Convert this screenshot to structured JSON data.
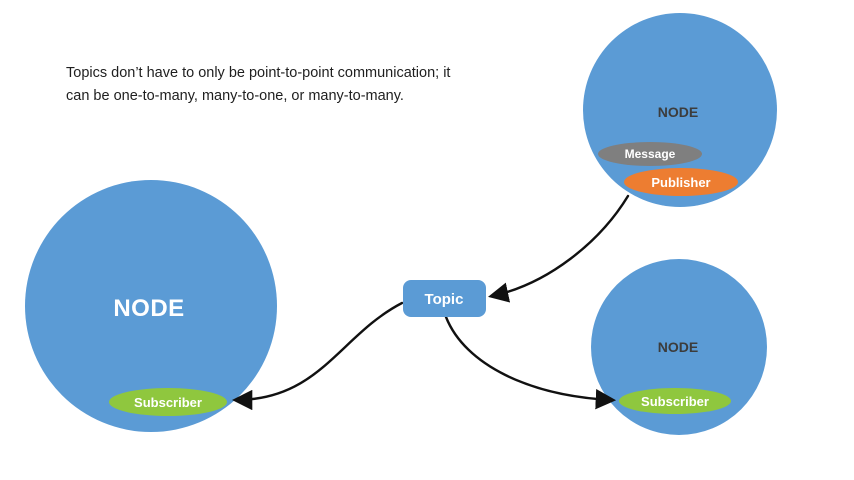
{
  "caption": {
    "line1": "Topics don’t have to only be point-to-point communication; it",
    "line2": "can be one-to-many, many-to-one, or many-to-many."
  },
  "topic_box": {
    "label": "Topic"
  },
  "nodes": {
    "left": {
      "label": "NODE",
      "subscriber": "Subscriber"
    },
    "top_right": {
      "label": "NODE",
      "message": "Message",
      "publisher": "Publisher"
    },
    "bottom_right": {
      "label": "NODE",
      "subscriber": "Subscriber"
    }
  },
  "colors": {
    "node_fill": "#5B9BD5",
    "topic_fill": "#5B9BD5",
    "subscriber_fill": "#8FC73E",
    "publisher_fill": "#ED7D31",
    "message_fill": "#7F7F7F",
    "arrow": "#111111"
  }
}
